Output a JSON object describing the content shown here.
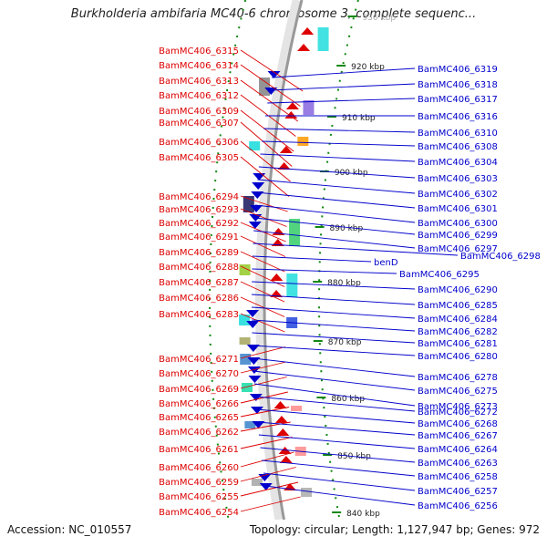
{
  "title": "Burkholderia ambifaria MC40-6 chromosome 3, complete sequenc...",
  "footer": {
    "accession": "Accession: NC_010557",
    "summary": "Topology: circular; Length: 1,127,947 bp; Genes: 972"
  },
  "scale_labels": [
    "930 kbp",
    "920 kbp",
    "910 kbp",
    "900 kbp",
    "890 kbp",
    "880 kbp",
    "870 kbp",
    "860 kbp",
    "850 kbp",
    "840 kbp"
  ],
  "colors": {
    "reverse_strand": "#dd0000",
    "forward_strand": "#0000cc",
    "backbone": "#999999",
    "ticks": "#118811"
  },
  "left_labels": [
    "BamMC406_6315",
    "BamMC406_6314",
    "BamMC406_6313",
    "BamMC406_6312",
    "BamMC406_6309",
    "BamMC406_6307",
    "BamMC406_6306",
    "BamMC406_6305",
    "BamMC406_6294",
    "BamMC406_6293",
    "BamMC406_6292",
    "BamMC406_6291",
    "BamMC406_6289",
    "BamMC406_6288",
    "BamMC406_6287",
    "BamMC406_6286",
    "BamMC406_6283",
    "BamMC406_6271",
    "BamMC406_6270",
    "BamMC406_6269",
    "BamMC406_6266",
    "BamMC406_6265",
    "BamMC406_6262",
    "BamMC406_6261",
    "BamMC406_6260",
    "BamMC406_6259",
    "BamMC406_6255",
    "BamMC406_6254"
  ],
  "right_labels": [
    "BamMC406_6319",
    "BamMC406_6318",
    "BamMC406_6317",
    "BamMC406_6316",
    "BamMC406_6310",
    "BamMC406_6308",
    "BamMC406_6304",
    "BamMC406_6303",
    "BamMC406_6302",
    "BamMC406_6301",
    "BamMC406_6300",
    "BamMC406_6299",
    "BamMC406_6297",
    "BamMC406_6298",
    "benD",
    "BamMC406_6295",
    "BamMC406_6290",
    "BamMC406_6285",
    "BamMC406_6284",
    "BamMC406_6282",
    "BamMC406_6281",
    "BamMC406_6280",
    "BamMC406_6278",
    "BamMC406_6275",
    "BamMC406_6273",
    "BamMC406_6272",
    "BamMC406_6268",
    "BamMC406_6267",
    "BamMC406_6264",
    "BamMC406_6263",
    "BamMC406_6258",
    "BamMC406_6257",
    "BamMC406_6256"
  ]
}
